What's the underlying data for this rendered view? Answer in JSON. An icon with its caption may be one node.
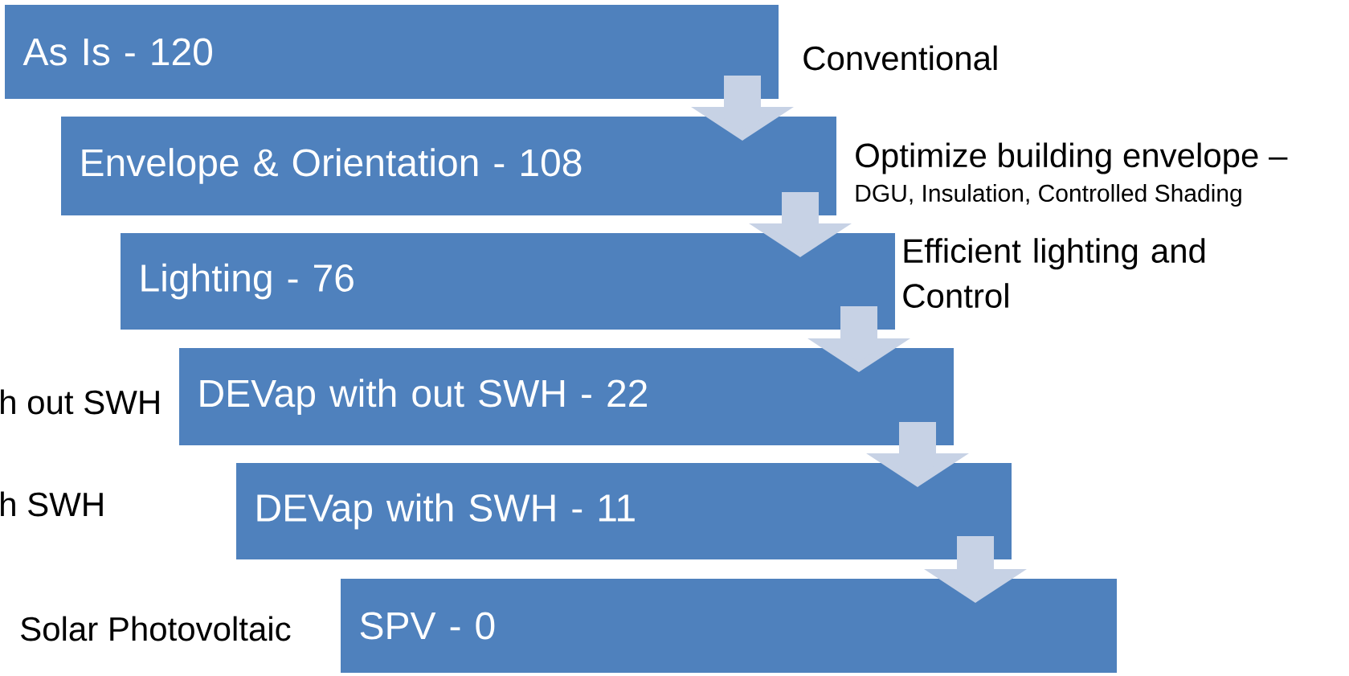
{
  "diagram": {
    "nodes": [
      {
        "text": [
          "As Is - 120"
        ],
        "beside": [
          "Conventional"
        ]
      },
      {
        "text": [
          "Envelope & Orientation - 108"
        ],
        "beside": [
          "Optimize building envelope –",
          "DGU, Insulation, Controlled Shading"
        ]
      },
      {
        "text": [
          "Lighting - 76"
        ],
        "beside": [
          "Efficient lighting and Control"
        ]
      },
      {
        "text": [
          "DEVap with out SWH - 22"
        ],
        "beside": [
          "h out SWH"
        ]
      },
      {
        "text": [
          "DEVap with SWH - 11"
        ],
        "beside": [
          "h SWH"
        ]
      },
      {
        "text": [
          "SPV - 0"
        ],
        "beside": [
          "Solar Photovoltaic"
        ]
      }
    ],
    "edges": [
      {
        "from": 0,
        "to": 1,
        "arrow": "to"
      },
      {
        "from": 1,
        "to": 2,
        "arrow": "to"
      },
      {
        "from": 2,
        "to": 3,
        "arrow": "to"
      },
      {
        "from": 3,
        "to": 4,
        "arrow": "to"
      },
      {
        "from": 4,
        "to": 5,
        "arrow": "to"
      }
    ]
  }
}
